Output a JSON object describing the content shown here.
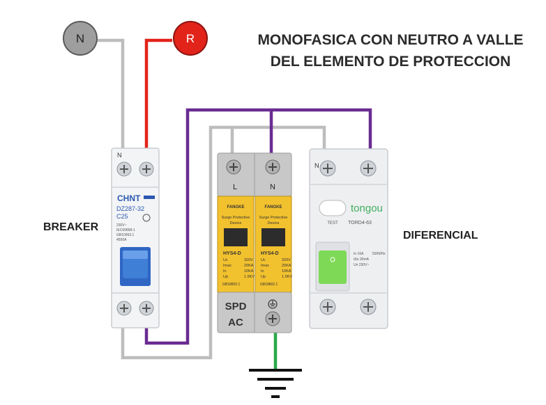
{
  "title": {
    "line1": "MONOFASICA CON NEUTRO A VALLE",
    "line2": "DEL ELEMENTO DE PROTECCION"
  },
  "terminals": {
    "neutral": "N",
    "phase": "R"
  },
  "labels": {
    "breaker": "BREAKER",
    "differential": "DIFERENCIAL"
  },
  "breaker": {
    "brand": "CHNT",
    "model": "DZ287-32",
    "rating": "C25",
    "spec1": "230V~",
    "spec2": "IEC60898-1",
    "spec3": "GB10963.1",
    "spec4": "4500A",
    "neutral_mark": "N"
  },
  "spd": {
    "terminal_left": "L",
    "terminal_right": "N",
    "brand": "FANGKE",
    "device_line1": "Surge Protective",
    "device_line2": "Device",
    "model": "HYS4-D",
    "specs": [
      {
        "k": "Uc",
        "v": "320V"
      },
      {
        "k": "Imax",
        "v": "20KA"
      },
      {
        "k": "In",
        "v": "10KA"
      },
      {
        "k": "Up",
        "v": "1.5KV"
      }
    ],
    "standard": "GB18802.1",
    "label_line1": "SPD",
    "label_line2": "AC"
  },
  "differential": {
    "brand": "tongou",
    "neutral_mark": "N",
    "test_label": "TEST",
    "model": "TORD4-63",
    "spec1": "In 16A",
    "spec2": "IΔn 30mA",
    "spec3": "Un 230V~",
    "spec4": "50/60Hz"
  },
  "colors": {
    "neutral_wire": "#bdbdbd",
    "phase_wire": "#e2231a",
    "spd_wire": "#6a2c91",
    "earth_wire": "#2aa84a",
    "spd_body": "#f2c12e",
    "diff_toggle": "#7ed957",
    "breaker_toggle": "#3f7fd6"
  }
}
